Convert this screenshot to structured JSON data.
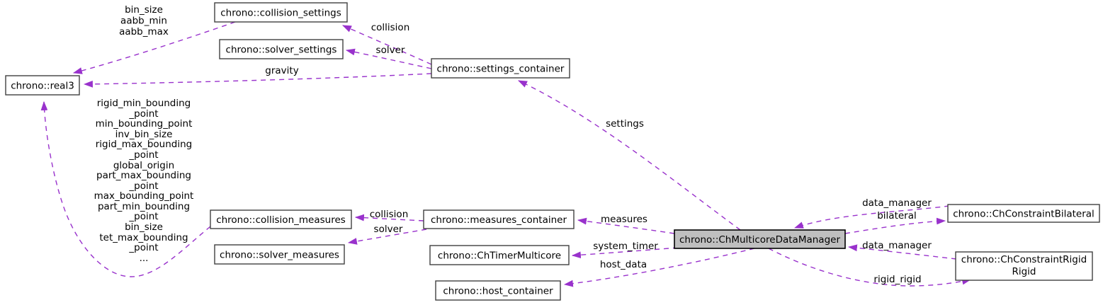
{
  "nodes": {
    "collision_settings": {
      "label": "chrono::collision_settings"
    },
    "solver_settings": {
      "label": "chrono::solver_settings"
    },
    "settings_container": {
      "label": "chrono::settings_container"
    },
    "real3": {
      "label": "chrono::real3"
    },
    "collision_measures": {
      "label": "chrono::collision_measures"
    },
    "solver_measures": {
      "label": "chrono::solver_measures"
    },
    "measures_container": {
      "label": "chrono::measures_container"
    },
    "timer_multicore": {
      "label": "chrono::ChTimerMulticore"
    },
    "host_container": {
      "label": "chrono::host_container"
    },
    "multicore_data_manager": {
      "label": "chrono::ChMulticoreDataManager",
      "highlighted": true
    },
    "constraint_bilateral": {
      "label": "chrono::ChConstraintBilateral"
    },
    "constraint_rigid_rigid": {
      "label_line1": "chrono::ChConstraintRigid",
      "label_line2": "Rigid"
    }
  },
  "edge_labels": {
    "collision": "collision",
    "solver": "solver",
    "gravity": "gravity",
    "settings": "settings",
    "measures": "measures",
    "system_timer": "system_timer",
    "host_data": "host_data",
    "data_manager": "data_manager",
    "bilateral": "bilateral",
    "rigid_rigid": "rigid_rigid",
    "collision_settings_members": [
      "bin_size",
      "aabb_min",
      "aabb_max"
    ],
    "real3_members": [
      "rigid_min_bounding",
      "_point",
      "min_bounding_point",
      "inv_bin_size",
      "rigid_max_bounding",
      "_point",
      "global_origin",
      "part_max_bounding",
      "_point",
      "max_bounding_point",
      "part_min_bounding",
      "_point",
      "bin_size",
      "tet_max_bounding",
      "_point",
      "..."
    ]
  },
  "colors": {
    "edge": "#9932cc",
    "node_border": "#404040",
    "node_fill": "#ffffff",
    "highlight_fill": "#bfbfbf",
    "highlight_border": "#000000",
    "text": "#000000",
    "background": "#ffffff"
  }
}
